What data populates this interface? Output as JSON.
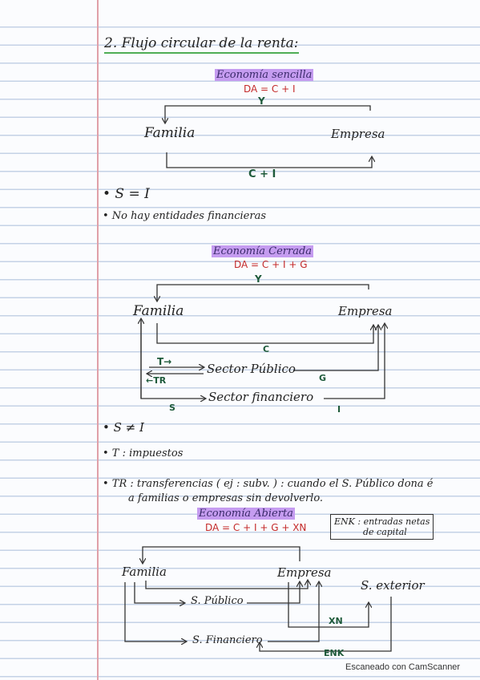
{
  "heading": "2. Flujo circular de la renta:",
  "sencilla": {
    "title": "Economía sencilla",
    "formula": "DA = C + I",
    "y": "Y",
    "familia": "Familia",
    "empresa": "Empresa",
    "flow": "C + I"
  },
  "notes1": [
    "• S = I",
    "• No hay entidades financieras"
  ],
  "cerrada": {
    "title": "Economía Cerrada",
    "formula": "DA = C + I + G",
    "y": "Y",
    "familia": "Familia",
    "empresa": "Empresa",
    "c": "C",
    "t": "T→",
    "tr": "←TR",
    "sector_publico": "Sector Público",
    "g": "G",
    "sector_financiero": "Sector financiero",
    "s": "S",
    "i": "I"
  },
  "notes2": [
    "• S ≠ I",
    "• T : impuestos",
    "• TR : transferencias ( ej : subv. ) : cuando el S. Público dona é",
    "a familias o empresas sin devolverlo."
  ],
  "abierta": {
    "title": "Economía Abierta",
    "formula": "DA = C + I + G + XN",
    "enk_note": [
      "ENK : entradas netas",
      "de capital"
    ],
    "familia": "Familia",
    "empresa": "Empresa",
    "s_exterior": "S. exterior",
    "s_publico": "S. Público",
    "xn": "XN",
    "s_financiero": "S. Financiero",
    "enk": "ENK"
  },
  "footer": "Escaneado con CamScanner",
  "colors": {
    "highlight": "#c59cf0",
    "formula_red": "#c42a2a",
    "letters_green": "#1e5a3a",
    "underline_green": "#4fae56",
    "margin_red": "#e0a0a8",
    "rule_blue": "#c4d2e6"
  }
}
